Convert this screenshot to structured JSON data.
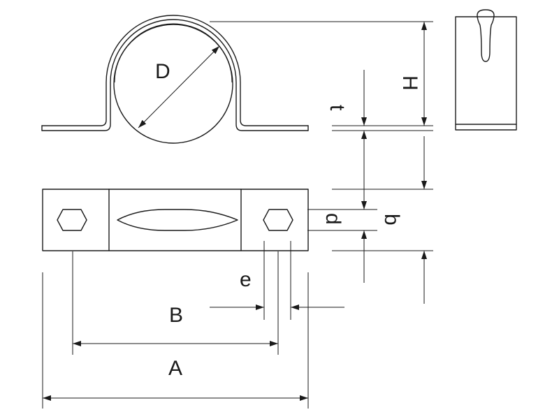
{
  "labels": {
    "D": "D",
    "H": "H",
    "t": "t",
    "d": "d",
    "b": "b",
    "e": "e",
    "B": "B",
    "A": "A"
  },
  "colors": {
    "line": "#1a1a1a",
    "background": "#ffffff"
  }
}
